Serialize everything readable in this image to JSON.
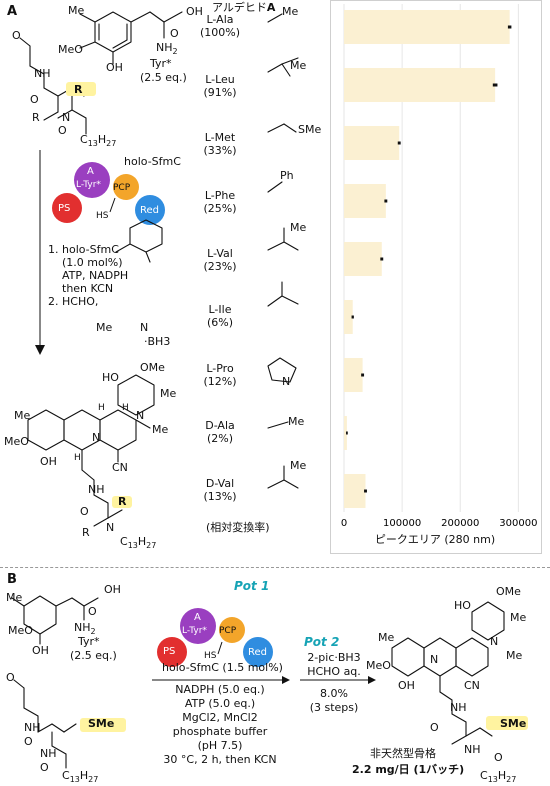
{
  "panelA": {
    "label": "A",
    "aldehyde_header": "アルデヒド",
    "aldehyde_header_bold": "A",
    "tyr_label": "Tyr*",
    "tyr_eq": "(2.5 eq.)",
    "reagent_R": "R",
    "reagent_C13": "C13H27",
    "holo_label": "holo-SfmC",
    "domain_A": "A",
    "domain_ltyr": "L-Tyr*",
    "domain_PCP": "PCP",
    "domain_PS": "PS",
    "domain_Red": "Red",
    "domain_HS": "HS",
    "conditions": [
      "1. holo-SfmC",
      "(1.0 mol%)",
      "ATP, NADPH",
      "then KCN",
      "2. HCHO,"
    ],
    "picoline_Me": "Me",
    "picoline_N": "N",
    "picoline_BH3": "·BH3",
    "product_labels": {
      "OMe_top": "OMe",
      "HO": "HO",
      "Me_right": "Me",
      "Me_left": "Me",
      "MeO": "MeO",
      "OH": "OH",
      "N_left": "N",
      "N_right": "N",
      "Me_bridge": "Me",
      "H1": "H",
      "H2": "H",
      "H3": "H",
      "CN": "CN",
      "NH": "NH",
      "O": "O",
      "R": "R",
      "C13": "C13H27"
    },
    "footnote": "(相対変換率)",
    "amino_acids": [
      {
        "name": "L-Ala",
        "pct": "(100%)",
        "side": "Me"
      },
      {
        "name": "L-Leu",
        "pct": "(91%)",
        "side": "Me"
      },
      {
        "name": "L-Met",
        "pct": "(33%)",
        "side": "SMe"
      },
      {
        "name": "L-Phe",
        "pct": "(25%)",
        "side": "Ph"
      },
      {
        "name": "L-Val",
        "pct": "(23%)",
        "side": "Me"
      },
      {
        "name": "L-Ile",
        "pct": "(6%)",
        "side": ""
      },
      {
        "name": "L-Pro",
        "pct": "(12%)",
        "side": "N"
      },
      {
        "name": "D-Ala",
        "pct": "(2%)",
        "side": "Me"
      },
      {
        "name": "D-Val",
        "pct": "(13%)",
        "side": "Me"
      }
    ]
  },
  "chart_data": {
    "type": "bar",
    "orientation": "horizontal",
    "categories": [
      "L-Ala",
      "L-Leu",
      "L-Met",
      "L-Phe",
      "L-Val",
      "L-Ile",
      "L-Pro",
      "D-Ala",
      "D-Val"
    ],
    "values": [
      285000,
      260000,
      95000,
      72000,
      65000,
      15000,
      32000,
      5000,
      37000
    ],
    "error": [
      3000,
      4000,
      2500,
      2500,
      2500,
      2000,
      2500,
      1500,
      2500
    ],
    "xlabel": "ピークエリア (280 nm)",
    "xlim": [
      0,
      320000
    ],
    "xticks": [
      "0",
      "100000",
      "200000",
      "300000"
    ],
    "bar_color": "#fbf0d2",
    "error_color": "#111111",
    "grid": true
  },
  "panelB": {
    "label": "B",
    "tyr_label": "Tyr*",
    "tyr_eq": "(2.5 eq.)",
    "pot1": "Pot 1",
    "pot2": "Pot 2",
    "holo_line": "holo-SfmC (1.5 mol%)",
    "domain_A": "A",
    "domain_ltyr": "L-Tyr*",
    "domain_PCP": "PCP",
    "domain_PS": "PS",
    "domain_Red": "Red",
    "domain_HS": "HS",
    "conditions1": [
      "NADPH (5.0 eq.)",
      "ATP (5.0 eq.)",
      "MgCl2, MnCl2",
      "phosphate buffer",
      "(pH 7.5)",
      "30 °C, 2 h, then KCN"
    ],
    "conditions2": [
      "2-pic·BH3",
      "HCHO aq."
    ],
    "yield": "8.0%",
    "steps": "(3 steps)",
    "product_caption": "非天然型骨格",
    "product_amount": "2.2 mg/日 (1バッチ)",
    "SMe": "SMe",
    "C13": "C13H27"
  }
}
